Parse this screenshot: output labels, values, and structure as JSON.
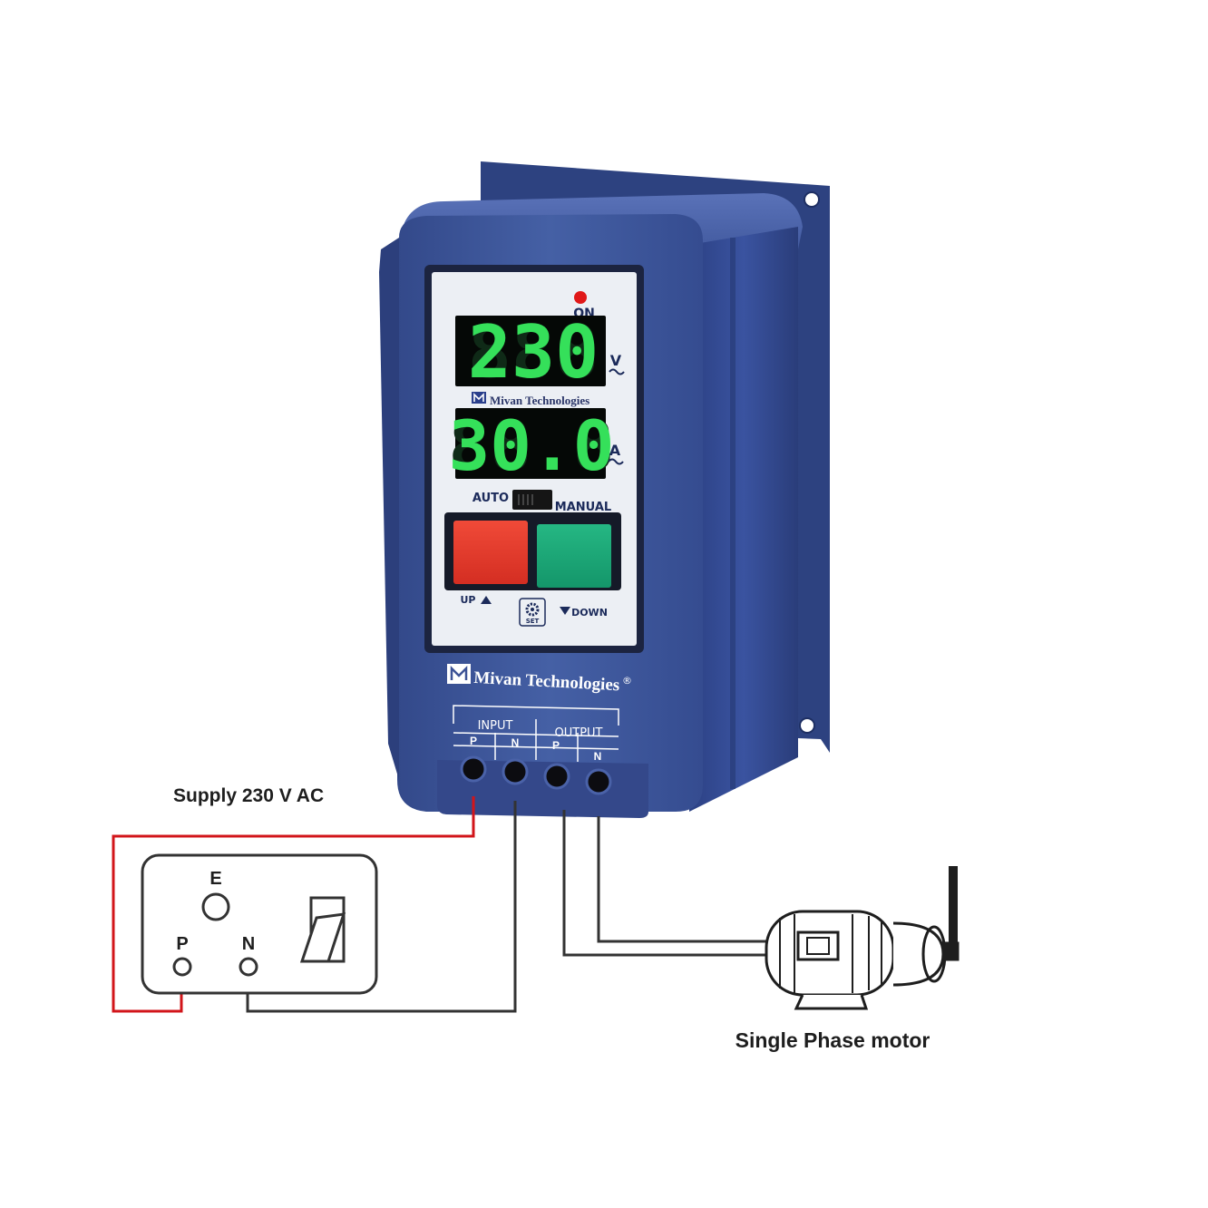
{
  "diagram": {
    "supply_label": "Supply 230 V AC",
    "motor_label": "Single Phase motor",
    "socket": {
      "earth_label": "E",
      "phase_label": "P",
      "neutral_label": "N"
    }
  },
  "device": {
    "status_label": "ON",
    "voltage": {
      "value": "230",
      "unit": "V"
    },
    "current": {
      "value": "30.0",
      "unit": "A"
    },
    "panel_brand": "Mivan Technologies",
    "mode_switch": {
      "left_label": "AUTO",
      "right_label": "MANUAL"
    },
    "up_label": "UP",
    "down_label": "DOWN",
    "set_label": "SET",
    "body_brand": "Mivan Technologies",
    "registered_mark": "®",
    "terminals": {
      "input_label": "INPUT",
      "output_label": "OUTPUT",
      "pins": [
        "P",
        "N",
        "P",
        "N"
      ]
    },
    "colors": {
      "body": "#3d5396",
      "display_digits": "#35e05a",
      "stop_button": "#e53a2c",
      "start_button": "#1faa77",
      "phase_wire": "#d2151a"
    }
  }
}
